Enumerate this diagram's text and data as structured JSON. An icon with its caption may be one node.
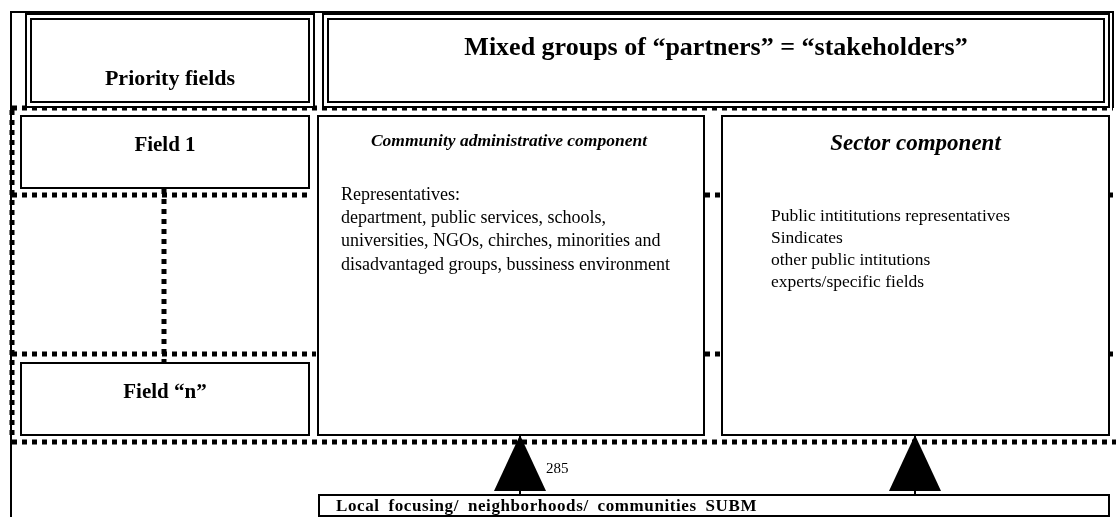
{
  "diagram": {
    "nodes": [
      {
        "text": [
          "Priority fields"
        ]
      },
      {
        "text": [
          "Mixed groups of “partners” = “stakeholders”"
        ]
      },
      {
        "text": [
          "Field 1"
        ]
      },
      {
        "text": [
          "Community administrative component",
          "Representatives:",
          "department, public services, schools, universities, NGOs, chirches, minorities and disadvantaged groups, bussiness environment"
        ]
      },
      {
        "text": [
          "Sector component",
          "Public intititutions representatives",
          "Sindicates",
          "other public intitutions",
          "experts/specific fields"
        ]
      },
      {
        "text": [
          "Field “n”"
        ]
      },
      {
        "text": [
          "Local focusing/ neighborhoods/ communities SUBM"
        ]
      }
    ],
    "edges": [
      {
        "from": 2,
        "to": 5,
        "arrow": "none",
        "style": "dashed"
      },
      {
        "from": 6,
        "to": 3,
        "arrow": "to"
      },
      {
        "from": 6,
        "to": 4,
        "arrow": "to"
      }
    ],
    "labels": [
      "285"
    ]
  }
}
